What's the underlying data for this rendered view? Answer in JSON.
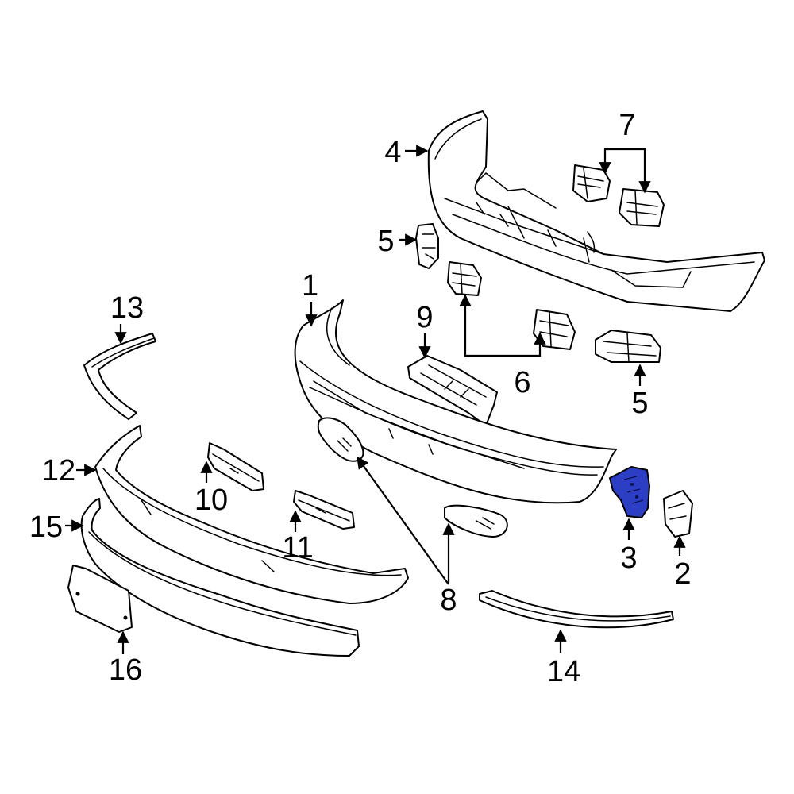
{
  "highlight_color": "#2c3fc4",
  "highlighted_part": "3",
  "callouts": {
    "c1": "1",
    "c2": "2",
    "c3": "3",
    "c4": "4",
    "c5a": "5",
    "c5b": "5",
    "c6": "6",
    "c7": "7",
    "c8": "8",
    "c9": "9",
    "c10": "10",
    "c11": "11",
    "c12": "12",
    "c13": "13",
    "c14": "14",
    "c15": "15",
    "c16": "16"
  }
}
